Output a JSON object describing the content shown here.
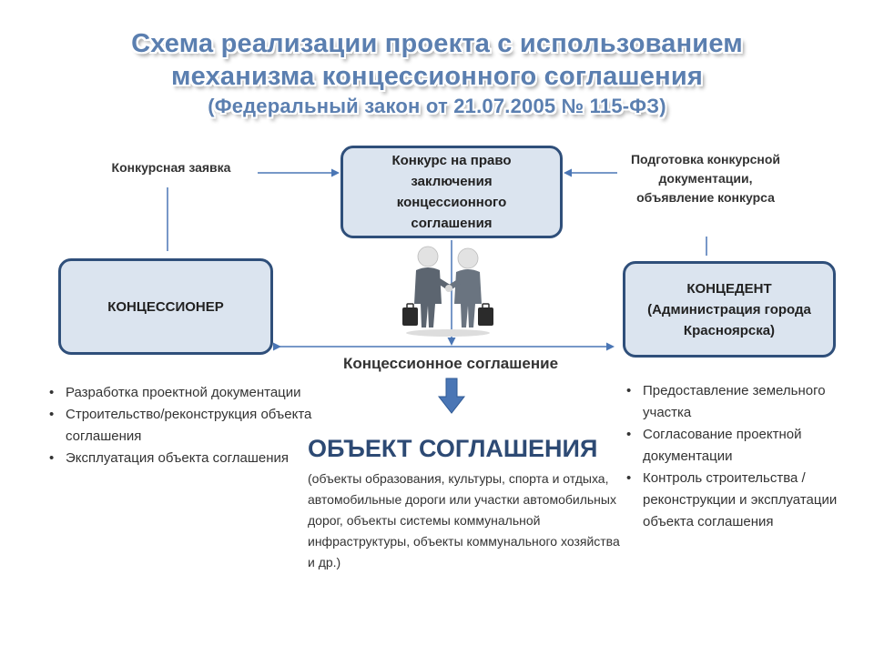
{
  "title": {
    "line1": "Схема реализации проекта с использованием",
    "line2": "механизма  концессионного  соглашения",
    "line3": "(Федеральный закон от 21.07.2005  № 115-ФЗ)"
  },
  "nodes": {
    "konkurs": "Конкурс на право заключения концессионного соглашения",
    "koncessioner": "КОНЦЕССИОНЕР",
    "koncedent": "КОНЦЕДЕНТ (Администрация города  Красноярска)"
  },
  "labels": {
    "zayavka": "Конкурсная заявка",
    "podgotovka": "Подготовка конкурсной документации, объявление конкурса",
    "soglashenie": "Концессионное соглашение"
  },
  "koncessioner_duties": [
    "Разработка проектной документации",
    "Строительство/реконструкция объекта соглашения",
    "Эксплуатация объекта соглашения"
  ],
  "koncedent_duties": [
    "Предоставление земельного участка",
    "Согласование проектной документации",
    "Контроль строительства / реконструкции  и эксплуатации объекта соглашения"
  ],
  "object": {
    "title": "ОБЪЕКТ СОГЛАШЕНИЯ",
    "description": "(объекты образования, культуры, спорта и отдыха, автомобильные дороги или участки автомобильных дорог, объекты системы коммунальной инфраструктуры, объекты коммунального хозяйства и др.)"
  },
  "colors": {
    "title": "#5b7fb0",
    "box_fill": "#dbe4ef",
    "box_border": "#2f4f7a",
    "arrow": "#4a76b5",
    "object_title": "#2d4a74"
  },
  "illustration": "two-businessmen-handshake-illustration"
}
